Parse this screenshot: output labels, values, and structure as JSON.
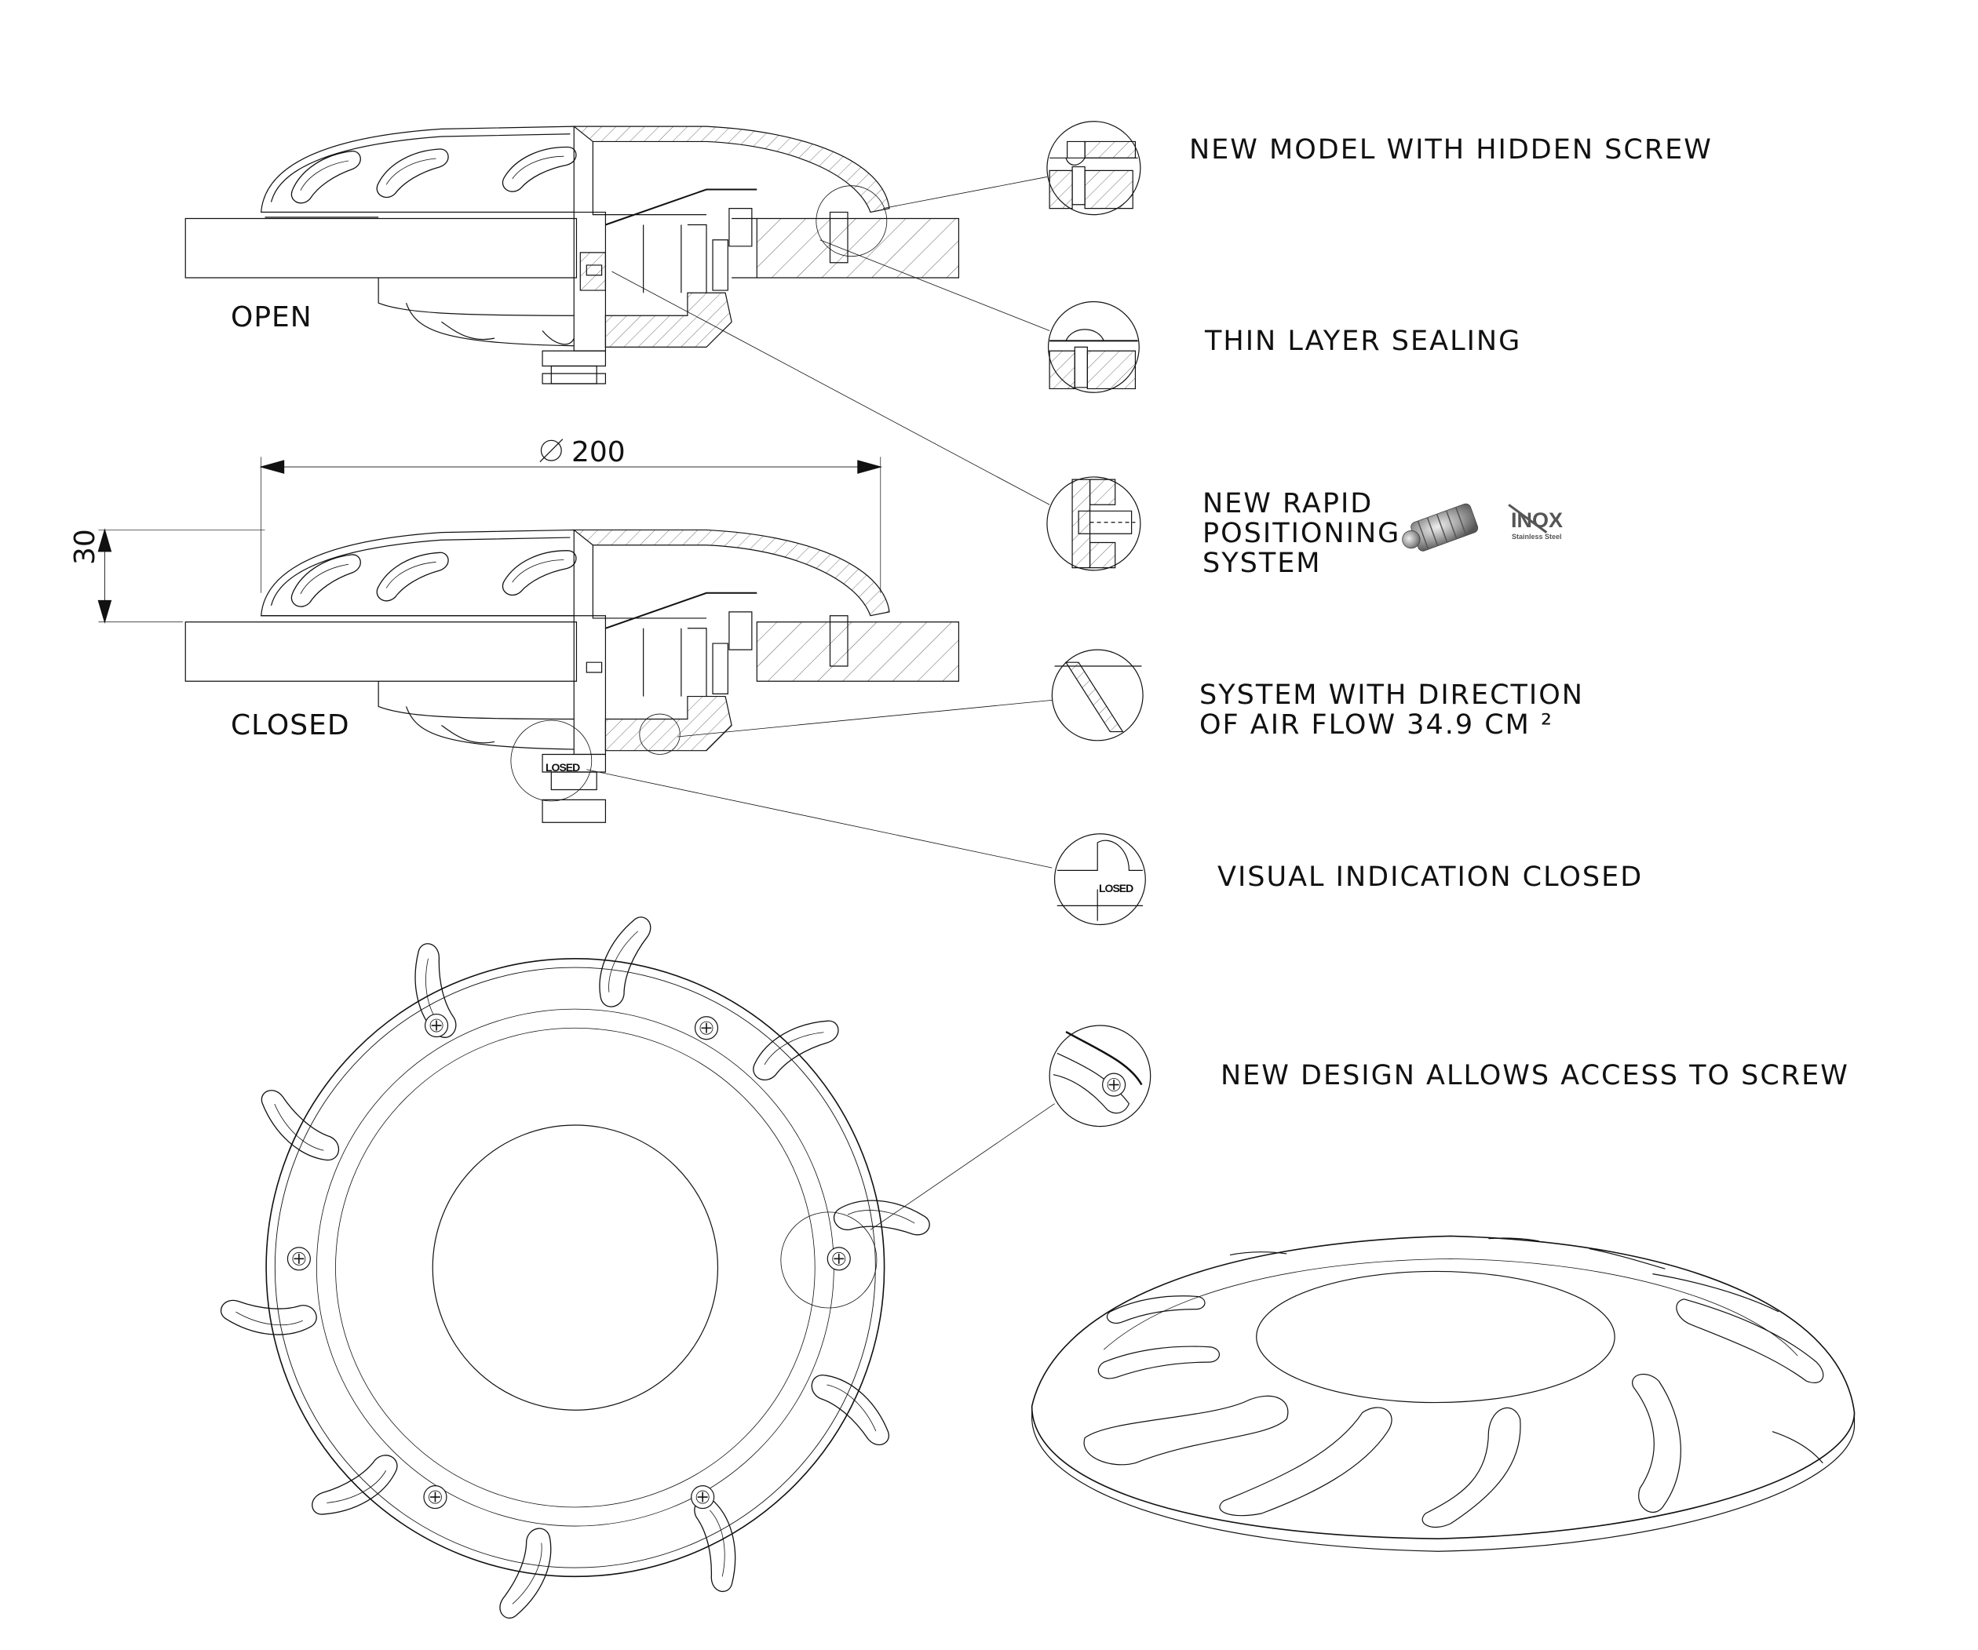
{
  "views": {
    "open": "OPEN",
    "closed": "CLOSED"
  },
  "dimensions": {
    "diameter": "200",
    "height": "30"
  },
  "callouts": [
    {
      "id": "hidden-screw",
      "text": "NEW MODEL WITH HIDDEN SCREW"
    },
    {
      "id": "thin-layer-sealing",
      "text": "THIN LAYER SEALING"
    },
    {
      "id": "rapid-positioning",
      "text": "NEW RAPID\nPOSITIONING\nSYSTEM"
    },
    {
      "id": "air-flow",
      "text": "SYSTEM WITH DIRECTION\nOF AIR FLOW 34.9 CM ²"
    },
    {
      "id": "visual-indication",
      "text": "VISUAL INDICATION CLOSED"
    },
    {
      "id": "screw-access",
      "text": "NEW DESIGN ALLOWS ACCESS TO SCREW"
    }
  ],
  "badge": {
    "word": "INOX",
    "sub": "Stainless Steel"
  },
  "marks": {
    "closed_indicator": "LOSED"
  }
}
